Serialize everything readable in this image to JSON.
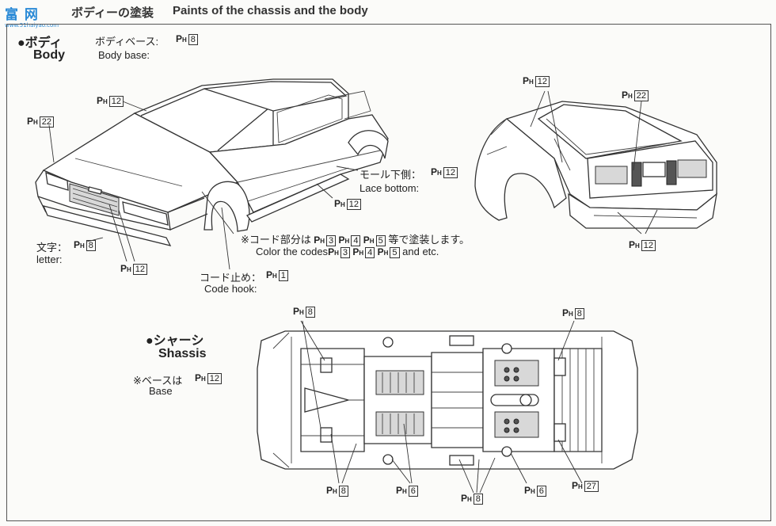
{
  "header": {
    "logo_text": "富 网",
    "logo_url": "www.51haiyao.com",
    "title_jp": "ボディーの塗装",
    "title_en": "Paints of the chassis and the body"
  },
  "body_section": {
    "heading_jp": "●ボディ",
    "heading_en": "Body",
    "base_jp": "ボディベース:",
    "base_code": "8",
    "base_en": "Body base:"
  },
  "chassis_section": {
    "heading_jp": "●シャーシ",
    "heading_en": "Shassis",
    "base_jp": "※ベースは",
    "base_code": "12",
    "base_en": "Base"
  },
  "labels": {
    "ph_prefix": "P",
    "ph_sub": "H",
    "lace_jp": "モール下側：",
    "lace_en": "Lace bottom:",
    "codes_jp": "※コード部分は",
    "codes_jp_tail": "等で塗装します。",
    "codes_en": "Color the codes",
    "codes_en_tail": "and etc.",
    "letter_jp": "文字：",
    "letter_en": "letter:",
    "hook_jp": "コード止め：",
    "hook_en": "Code hook:"
  },
  "codes": {
    "c12_top": "12",
    "c22_left": "22",
    "c12_right_top": "12",
    "c22_right": "22",
    "c12_lace": "12",
    "c12_side": "12",
    "c8_letter": "8",
    "c12_bottom": "12",
    "c3": "3",
    "c4": "4",
    "c5": "5",
    "c1_hook": "1",
    "c12_rear": "12",
    "ch_8_top_left": "8",
    "ch_8_top_right": "8",
    "ch_8_bottom_left": "8",
    "ch_6_a": "6",
    "ch_8_bottom_mid": "8",
    "ch_6_b": "6",
    "ch_27": "27"
  }
}
